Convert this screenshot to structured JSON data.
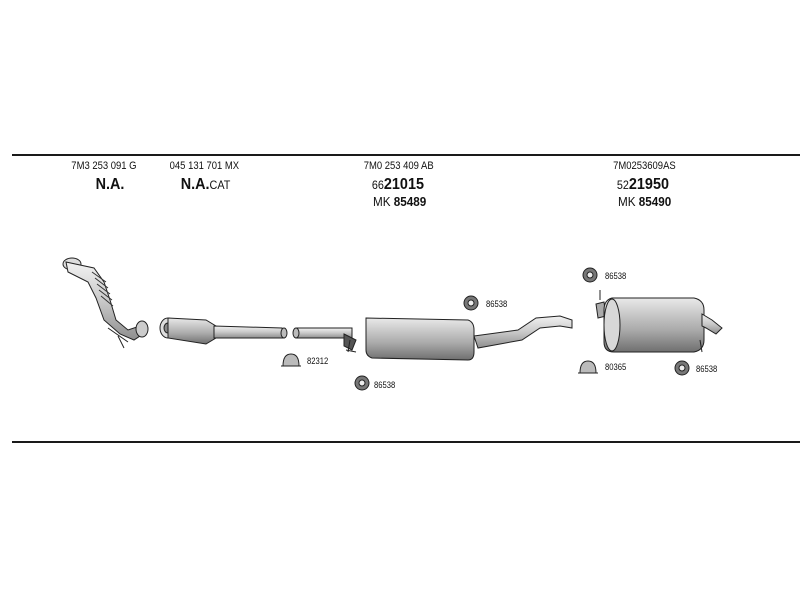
{
  "columns": [
    {
      "id": "front-pipe",
      "part_number": "7M3 253 091 G",
      "main": "N.A.",
      "main_suffix": "",
      "main_prefix": "",
      "mk_prefix": "",
      "mk": ""
    },
    {
      "id": "catalyst",
      "part_number": "045 131 701 MX",
      "main": "N.A.",
      "main_suffix": "CAT",
      "main_prefix": "",
      "mk_prefix": "",
      "mk": ""
    },
    {
      "id": "middle-silencer",
      "part_number": "7M0 253 409 AB",
      "main_prefix": "66",
      "main": "21015",
      "main_suffix": "",
      "mk_prefix": "MK",
      "mk": "85489"
    },
    {
      "id": "rear-silencer",
      "part_number": "7M0253609AS",
      "main_prefix": "52",
      "main": "21950",
      "main_suffix": "",
      "mk_prefix": "MK",
      "mk": "85490"
    }
  ],
  "fittings": {
    "clamp_1": "82312",
    "rubber_1": "86538",
    "rubber_2": "86538",
    "rubber_3": "86538",
    "clamp_2": "80365",
    "rubber_4": "86538"
  }
}
